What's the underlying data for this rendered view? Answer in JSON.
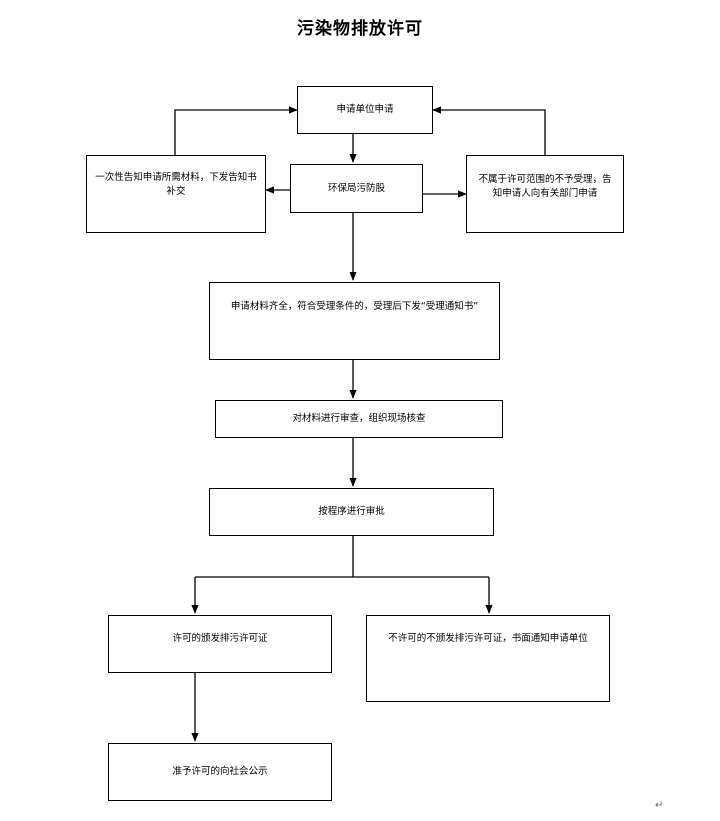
{
  "title": "污染物排放许可",
  "nodes": {
    "apply": "申请单位申请",
    "epb": "环保局污防股",
    "incomplete": "一次性告知申请所需材料，下发告知书补交",
    "out_of_scope": "不属于许可范围的不予受理，告知申请人向有关部门申请",
    "accepted": "申请材料齐全，符合受理条件的，受理后下发“受理通知书”",
    "review": "对材料进行审查，组织现场核查",
    "approve": "按程序进行审批",
    "permit": "许可的颁发排污许可证",
    "deny": "不许可的不颁发排污许可证，书面通知申请单位",
    "publish": "准予许可的向社会公示"
  },
  "paragraph_mark": "↵"
}
